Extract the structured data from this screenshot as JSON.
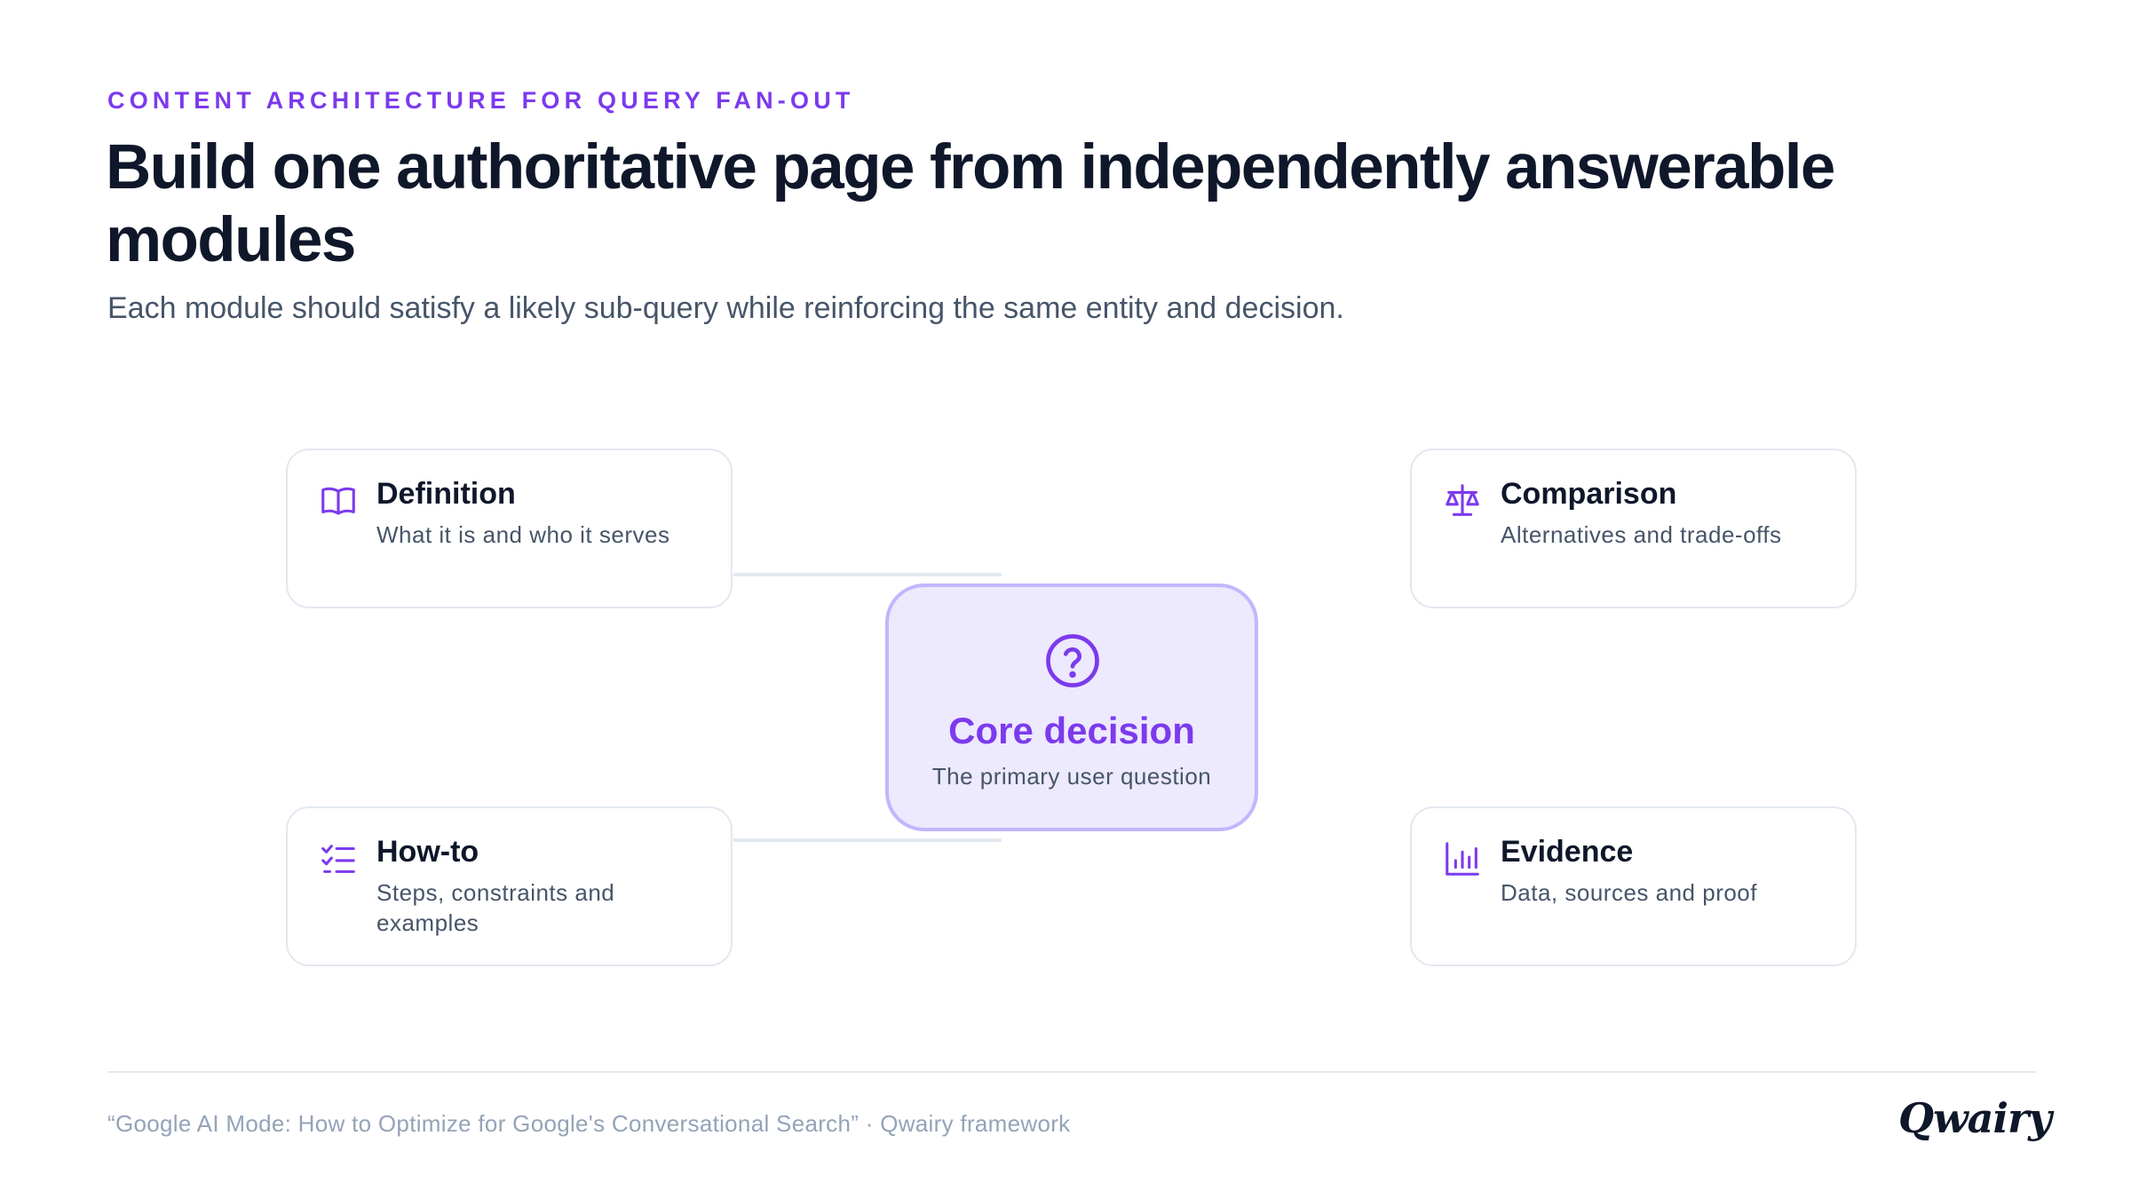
{
  "header": {
    "eyebrow": "CONTENT ARCHITECTURE FOR QUERY FAN-OUT",
    "title": "Build one authoritative page from independently answerable modules",
    "subtitle": "Each module should satisfy a likely sub-query while reinforcing the same entity and decision."
  },
  "core": {
    "icon": "question-circle-icon",
    "title": "Core decision",
    "description": "The primary user question"
  },
  "modules": [
    {
      "icon": "book-open-icon",
      "title": "Definition",
      "description": "What it is and who it serves"
    },
    {
      "icon": "scale-icon",
      "title": "Comparison",
      "description": "Alternatives and trade-offs"
    },
    {
      "icon": "checklist-icon",
      "title": "How-to",
      "description": "Steps, constraints and examples"
    },
    {
      "icon": "bar-chart-icon",
      "title": "Evidence",
      "description": "Data, sources and proof"
    }
  ],
  "footer": {
    "source": "“Google AI Mode: How to Optimize for Google's Conversational Search” · Qwairy framework",
    "logo": "Qwairy"
  },
  "colors": {
    "accent": "#7c3aed",
    "core_fill": "#ede9fe",
    "core_border": "#c4b5fd",
    "card_border": "#e2e8f0",
    "heading": "#0f172a",
    "body_text": "#475569",
    "muted_text": "#94a3b8"
  }
}
